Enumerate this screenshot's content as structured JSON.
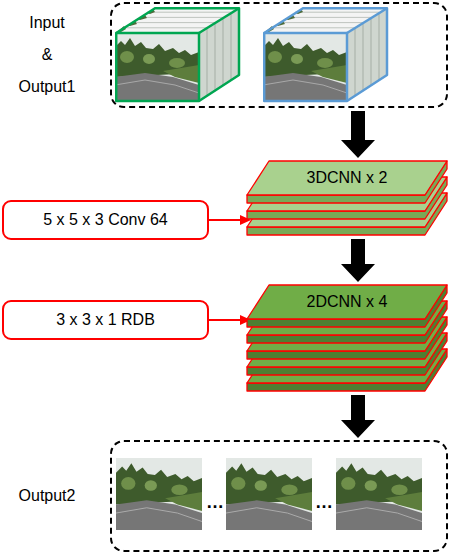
{
  "diagram": {
    "nodes": [
      {
        "text": [
          "Input & Output1"
        ]
      },
      {
        "text": [
          "5 x 5 x 3 Conv 64"
        ]
      },
      {
        "text": [
          "3DCNN x 2"
        ]
      },
      {
        "text": [
          "3 x 3 x 1 RDB"
        ]
      },
      {
        "text": [
          "2DCNN x 4"
        ]
      },
      {
        "text": [
          "Output2"
        ]
      }
    ],
    "edges": [
      {
        "from": 0,
        "to": 2,
        "arrow": "to"
      },
      {
        "from": 1,
        "to": 2,
        "arrow": "to"
      },
      {
        "from": 2,
        "to": 4,
        "arrow": "to"
      },
      {
        "from": 3,
        "to": 4,
        "arrow": "to"
      },
      {
        "from": 4,
        "to": 5,
        "arrow": "to"
      }
    ],
    "labels": [
      "…",
      "…"
    ]
  }
}
